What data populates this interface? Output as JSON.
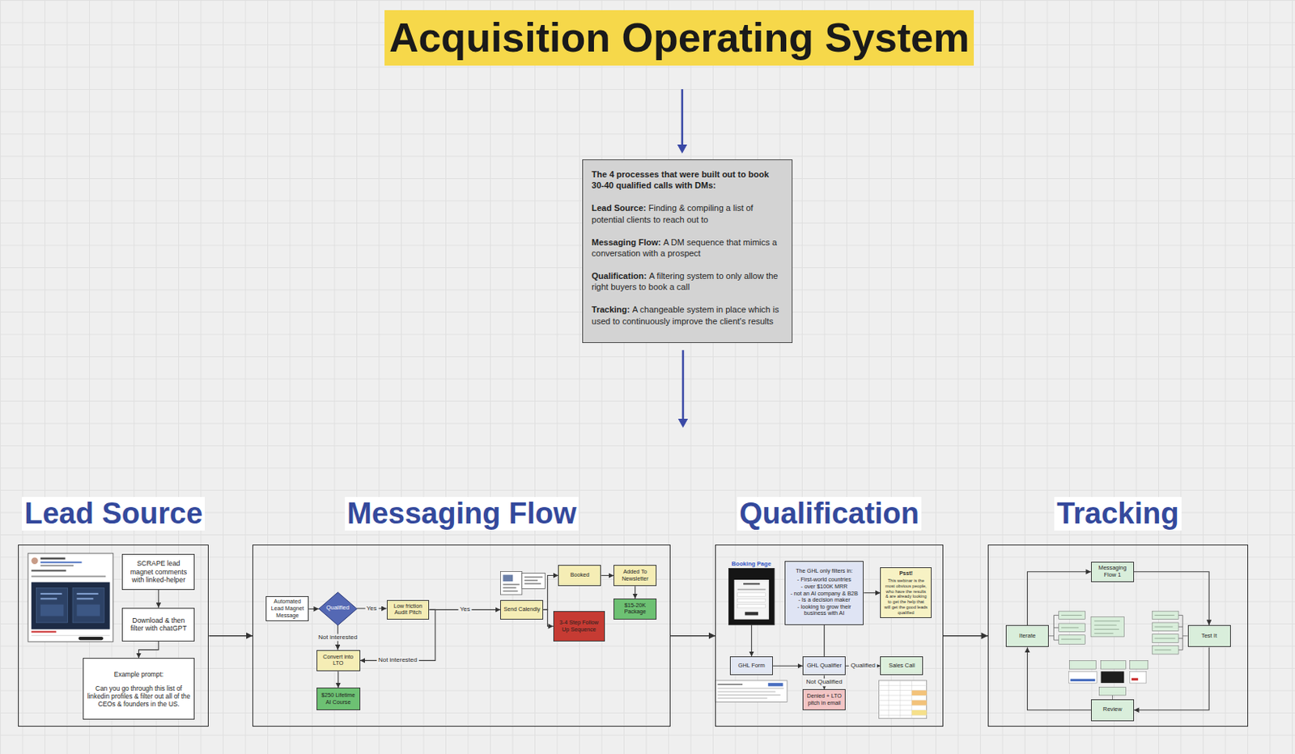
{
  "diagram": {
    "title": "Acquisition Operating System",
    "nodes": [
      {
        "text": [
          "The 4 processes that were built out to book 30-40 qualified calls with DMs:",
          "Lead Source:",
          "Finding & compiling a list of potential clients to reach out to",
          "Messaging Flow:",
          "A DM sequence that mimics a conversation with a prospect",
          "Qualification:",
          "A filtering system to only allow the right buyers to book a call",
          "Tracking:",
          "A changeable system in place which is used to continuously improve the client's results"
        ]
      },
      {
        "text": [
          "Lead Source"
        ]
      },
      {
        "text": [
          "SCRAPE lead magnet comments with linked-helper"
        ],
        "in": 1
      },
      {
        "text": [
          "Download & then filter with chatGPT"
        ],
        "in": 1
      },
      {
        "text": [
          "Example prompt:",
          "Can you go through this list of linkedin profiles & filter out all of the CEOs & founders in the US."
        ],
        "in": 1
      },
      {
        "text": [
          "Messaging Flow"
        ]
      },
      {
        "text": [
          "Automated Lead Magnet Message"
        ],
        "in": 5
      },
      {
        "text": [
          "Qualified"
        ],
        "in": 5
      },
      {
        "text": [
          "Low friction Audit Pitch"
        ],
        "in": 5
      },
      {
        "text": [
          "Send Calendly"
        ],
        "in": 5
      },
      {
        "text": [
          "Booked"
        ],
        "in": 5
      },
      {
        "text": [
          "Added To Newsletter"
        ],
        "in": 5
      },
      {
        "text": [
          "$15-20K Package"
        ],
        "in": 5
      },
      {
        "text": [
          "3-4 Step Follow Up Sequence"
        ],
        "in": 5
      },
      {
        "text": [
          "Convert into LTO"
        ],
        "in": 5
      },
      {
        "text": [
          "$250 Lifetime AI Course"
        ],
        "in": 5
      },
      {
        "text": [
          "Qualification"
        ]
      },
      {
        "text": [
          "Booking Page"
        ],
        "in": 16
      },
      {
        "text": [
          "The GHL only filters in:",
          "- First-world countries",
          "- over $100K MRR",
          "- not an AI company & B2B",
          "- Is a decision maker",
          "- looking to grow their business with AI"
        ],
        "in": 16
      },
      {
        "text": [
          "Psst!",
          "This webinar is the most obvious people, who have the results & are already looking to get the help that will get the good leads qualified"
        ],
        "in": 16
      },
      {
        "text": [
          "GHL Form"
        ],
        "in": 16
      },
      {
        "text": [
          "GHL Qualifier"
        ],
        "in": 16
      },
      {
        "text": [
          "Sales Call"
        ],
        "in": 16
      },
      {
        "text": [
          "Denied + LTO pitch in email"
        ],
        "in": 16
      },
      {
        "text": [
          "Tracking"
        ]
      },
      {
        "text": [
          "Messaging Flow 1"
        ],
        "in": 24
      },
      {
        "text": [
          "Test It"
        ],
        "in": 24
      },
      {
        "text": [
          "Review"
        ],
        "in": 24
      },
      {
        "text": [
          "Iterate"
        ],
        "in": 24
      }
    ],
    "edges": [
      {
        "from": 1,
        "to": 5,
        "arrow": "to"
      },
      {
        "from": 5,
        "to": 16,
        "arrow": "to"
      },
      {
        "from": 16,
        "to": 24,
        "arrow": "to"
      },
      {
        "from": 2,
        "to": 3,
        "arrow": "to"
      },
      {
        "from": 3,
        "to": 4,
        "arrow": "to"
      },
      {
        "from": 6,
        "to": 7,
        "arrow": "to"
      },
      {
        "from": 7,
        "to": 8,
        "label": "Yes",
        "arrow": "to"
      },
      {
        "from": 8,
        "to": 9,
        "label": "Yes",
        "arrow": "to"
      },
      {
        "from": 7,
        "to": 14,
        "label": "Not interested",
        "arrow": "to"
      },
      {
        "from": 8,
        "to": 14,
        "label": "Not interested",
        "arrow": "to"
      },
      {
        "from": 14,
        "to": 15,
        "arrow": "to"
      },
      {
        "from": 9,
        "to": 10,
        "arrow": "to"
      },
      {
        "from": 9,
        "to": 13,
        "arrow": "to"
      },
      {
        "from": 10,
        "to": 11,
        "arrow": "to"
      },
      {
        "from": 11,
        "to": 12,
        "arrow": "to"
      },
      {
        "from": 17,
        "to": 20,
        "arrow": "to"
      },
      {
        "from": 20,
        "to": 21,
        "arrow": "to"
      },
      {
        "from": 18,
        "to": 21,
        "arrow": "none"
      },
      {
        "from": 18,
        "to": 19,
        "arrow": "to"
      },
      {
        "from": 21,
        "to": 22,
        "label": "Qualified",
        "arrow": "to"
      },
      {
        "from": 21,
        "to": 23,
        "label": "Not Qualified",
        "arrow": "to"
      },
      {
        "from": 25,
        "to": 26,
        "arrow": "to"
      },
      {
        "from": 26,
        "to": 27,
        "arrow": "to"
      },
      {
        "from": 27,
        "to": 28,
        "arrow": "to"
      },
      {
        "from": 28,
        "to": 25,
        "arrow": "to"
      }
    ]
  }
}
